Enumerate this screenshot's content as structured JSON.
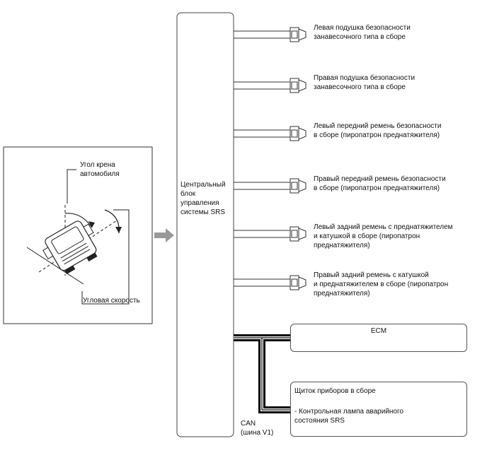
{
  "vehicle_panel": {
    "roll_angle_label": [
      "Угол крена",
      "автомобиля"
    ],
    "angular_velocity_label": "Угловая скорость"
  },
  "ecu": {
    "label": [
      "Центральный",
      "блок",
      "управления",
      "системы SRS"
    ]
  },
  "outputs": [
    {
      "lines": [
        "Левая подушка безопасности",
        "занавесочного типа в сборе"
      ]
    },
    {
      "lines": [
        "Правая подушка безопасности",
        "занавесочного типа в сборе"
      ]
    },
    {
      "lines": [
        "Левый передний ремень безопасности",
        "в сборе (пиропатрон преднатяжителя)"
      ]
    },
    {
      "lines": [
        "Правый передний ремень безопасности",
        "в сборе (пиропатрон преднатяжителя)"
      ]
    },
    {
      "lines": [
        "Левый задний ремень с преднатяжителем",
        "и катушкой в сборе (пиропатрон",
        "преднатяжителя)"
      ]
    },
    {
      "lines": [
        "Правый задний ремень с катушкой",
        "и преднатяжителем в сборе (пиропатрон",
        "преднатяжителя)"
      ]
    }
  ],
  "ecm": {
    "label": "ECM"
  },
  "meter": {
    "title": "Щиток приборов в сборе",
    "lamp": [
      "- Контрольная лампа аварийного",
      "состояния SRS"
    ]
  },
  "bus": {
    "label": [
      "CAN",
      "(шина V1)"
    ]
  }
}
